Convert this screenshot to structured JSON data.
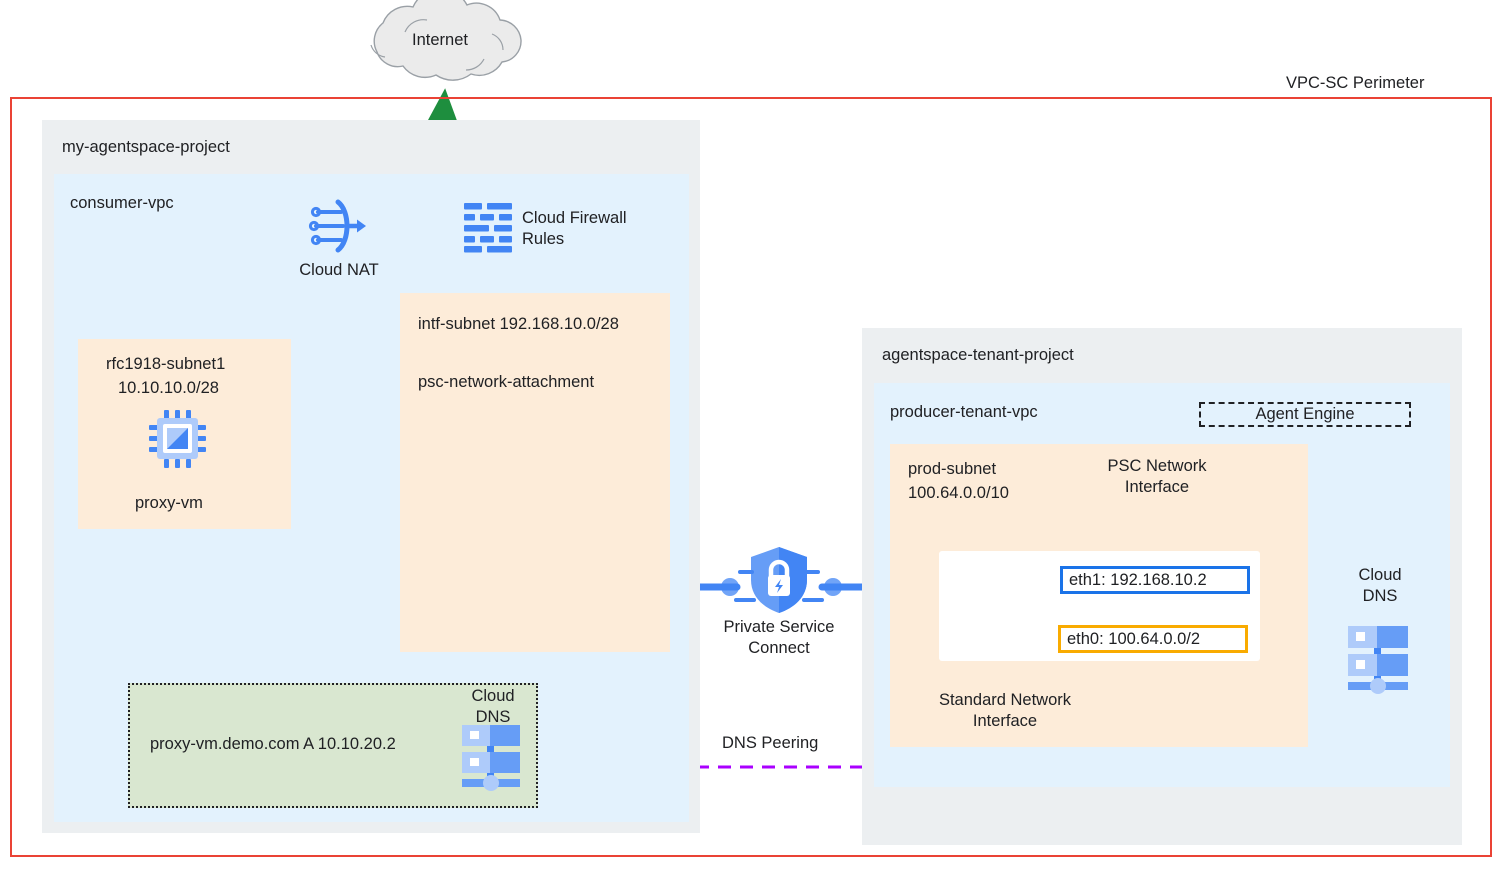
{
  "diagram": {
    "perimeter": {
      "label": "VPC-SC Perimeter",
      "color": "#ea4335"
    },
    "internet": {
      "label": "Internet"
    },
    "projects": [
      {
        "id": "left",
        "title": "my-agentspace-project"
      },
      {
        "id": "right",
        "title": "agentspace-tenant-project"
      }
    ],
    "vpcs": [
      {
        "id": "consumer",
        "title": "consumer-vpc"
      },
      {
        "id": "producer",
        "title": "producer-tenant-vpc"
      }
    ],
    "subnets": {
      "rfc1918": {
        "line1": "rfc1918-subnet1",
        "line2": "10.10.10.0/28",
        "vm_label": "proxy-vm"
      },
      "intf": {
        "line1": "intf-subnet 192.168.10.0/28",
        "line2": "psc-network-attachment"
      },
      "prod": {
        "line1": "prod-subnet",
        "line2": "100.64.0.0/10"
      }
    },
    "agent_engine": {
      "label": "Agent Engine"
    },
    "nics": {
      "eth1": {
        "label": "eth1: 192.168.10.2",
        "color": "#1a73e8",
        "caption": "PSC Network\nInterface"
      },
      "eth0": {
        "label": "eth0: 100.64.0.0/2",
        "color": "#f9ab00",
        "caption": "Standard Network\nInterface"
      }
    },
    "services": {
      "cloud_nat": {
        "label": "Cloud NAT"
      },
      "cloud_firewall": {
        "label": "Cloud Firewall\nRules"
      },
      "private_service_connect": {
        "label": "Private Service\nConnect"
      },
      "cloud_dns_right": {
        "label": "Cloud\nDNS"
      },
      "cloud_dns_zone": {
        "label": "Cloud\nDNS"
      }
    },
    "dns_zone": {
      "record": "proxy-vm.demo.com  A 10.10.20.2"
    },
    "connections": {
      "dns_peering": {
        "label": "DNS Peering",
        "color": "#aa00ff"
      },
      "egress": {
        "color": "#1e8e3e"
      },
      "psc_link": {
        "color": "#4285f4"
      }
    },
    "colors": {
      "project_bg": "#eceff1",
      "vpc_bg": "#e3f2fd",
      "subnet_bg": "#fdecd9",
      "dns_zone_bg": "#d9e7d0",
      "cloud_bg": "#ebebeb",
      "google_blue": "#4285f4",
      "google_green": "#1e8e3e",
      "google_yellow": "#f9ab00",
      "google_red": "#ea4335",
      "purple": "#aa00ff"
    }
  }
}
